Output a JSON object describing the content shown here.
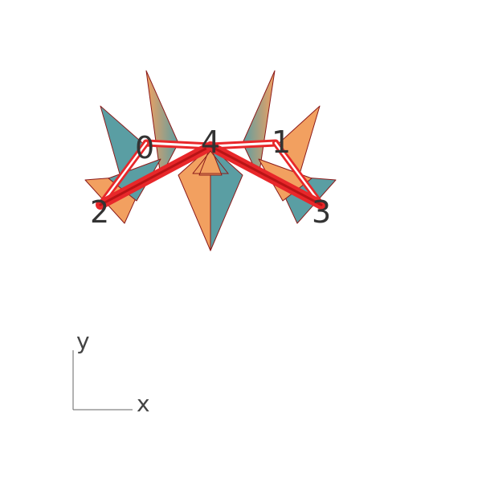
{
  "colors": {
    "teal": "#5a9ea3",
    "orange": "#f2a060",
    "edge_red": "#e8272a",
    "outline": "#8b1a1a",
    "label": "#333333",
    "axis": "#666666"
  },
  "nodes": [
    {
      "id": "0",
      "label": "0"
    },
    {
      "id": "4",
      "label": "4"
    },
    {
      "id": "1",
      "label": "1"
    },
    {
      "id": "2",
      "label": "2"
    },
    {
      "id": "3",
      "label": "3"
    }
  ],
  "axes": {
    "x_label": "x",
    "y_label": "y"
  }
}
